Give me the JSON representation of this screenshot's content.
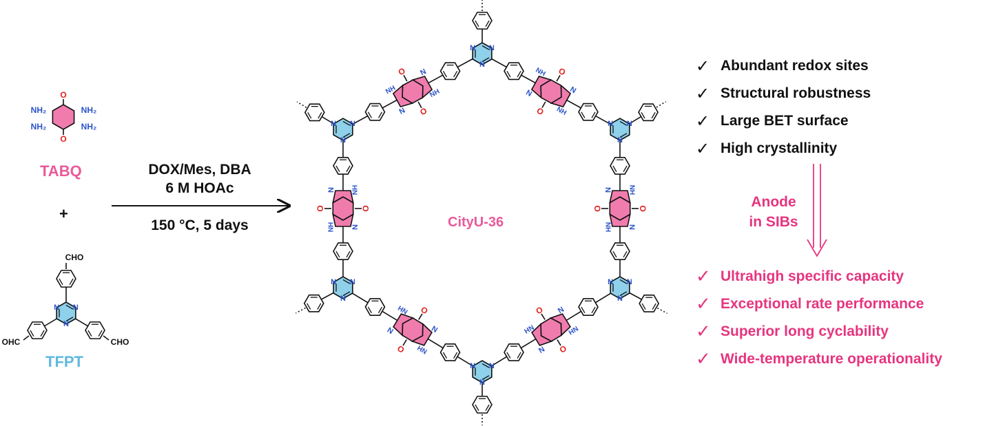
{
  "reactants": {
    "tabq_label": "TABQ",
    "plus": "+",
    "tfpt_label": "TFPT",
    "nh2": "NH₂",
    "o": "O",
    "cho": "CHO",
    "ohc": "OHC"
  },
  "conditions": {
    "line1": "DOX/Mes, DBA",
    "line2": "6 M HOAc",
    "line3": "150 °C, 5 days"
  },
  "product": {
    "name": "CityU-36",
    "n": "N",
    "nh": "NH",
    "hn": "HN",
    "o": "O"
  },
  "properties": [
    {
      "check": "✓",
      "text": "Abundant redox sites"
    },
    {
      "check": "✓",
      "text": "Structural robustness"
    },
    {
      "check": "✓",
      "text": "Large BET surface"
    },
    {
      "check": "✓",
      "text": "High crystallinity"
    }
  ],
  "application": {
    "line1": "Anode",
    "line2": "in SIBs"
  },
  "performance": [
    {
      "check": "✓",
      "text": "Ultrahigh specific capacity"
    },
    {
      "check": "✓",
      "text": "Exceptional rate performance"
    },
    {
      "check": "✓",
      "text": "Superior long cyclability"
    },
    {
      "check": "✓",
      "text": "Wide-temperature operationality"
    }
  ],
  "colors": {
    "pink_fill": "#f07cae",
    "pink_text": "#e6357f",
    "tabq_text": "#ea5a9a",
    "blue_fill": "#8fd0ea",
    "blue_text": "#5fb8df",
    "n_text": "#2a52c9",
    "o_text": "#e0201b",
    "line": "#111111"
  }
}
